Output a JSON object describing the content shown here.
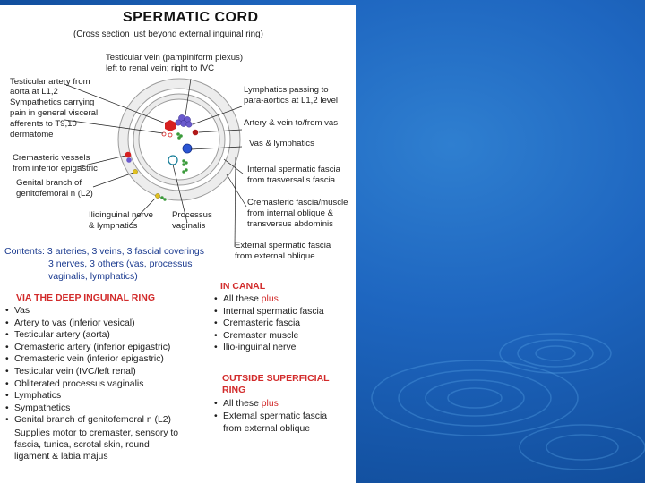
{
  "slide": {
    "title": "SPERMATIC CORD",
    "subtitle": "(Cross section just beyond external inguinal ring)"
  },
  "diagram": {
    "labels_left": [
      "Testicular artery from",
      "aorta at L1,2",
      "Sympathetics carrying",
      "pain in general visceral",
      "afferents to T9,10",
      "dermatome",
      "Cremasteric vessels",
      "from inferior epigastric",
      "Genital branch of",
      "genitofemoral n (L2)"
    ],
    "labels_top": [
      "Testicular vein (pampiniform plexus)",
      "left to renal vein; right to IVC"
    ],
    "labels_right": [
      "Lymphatics passing to",
      "para-aortics at L1,2 level",
      "Artery & vein to/from vas",
      "Vas & lymphatics",
      "Internal spermatic fascia",
      "from trasversalis fascia",
      "Cremasteric fascia/muscle",
      "from internal oblique &",
      "transversus abdominis",
      "External spermatic fascia",
      "from external oblique"
    ],
    "labels_bottom": [
      "Ilioinguinal nerve",
      "& lymphatics",
      "Processus",
      "vaginalis"
    ]
  },
  "contents": {
    "line1": "Contents: 3 arteries, 3 veins, 3 fascial coverings",
    "line2": "3 nerves, 3 others (vas, processus",
    "line3": "vaginalis, lymphatics)"
  },
  "deep_ring": {
    "heading": "VIA THE DEEP INGUINAL RING",
    "items": [
      "Vas",
      "Artery to vas (inferior vesical)",
      "Testicular artery (aorta)",
      "Cremasteric artery (inferior epigastric)",
      "Cremasteric vein (inferior epigastric)",
      "Testicular vein (IVC/left renal)",
      "Obliterated processus vaginalis",
      "Lymphatics",
      "Sympathetics",
      "Genital branch of genitofemoral n (L2)"
    ],
    "description": [
      "Supplies motor to cremaster, sensory to",
      "fascia, tunica, scrotal skin, round",
      "ligament & labia majus"
    ]
  },
  "in_canal": {
    "heading": "IN CANAL",
    "first_item": "All these",
    "plus_word": "plus",
    "items": [
      "Internal spermatic fascia",
      "Cremasteric fascia",
      "Cremaster muscle",
      "Ilio-inguinal nerve"
    ]
  },
  "outside_ring": {
    "heading_line1": "OUTSIDE SUPERFICIAL",
    "heading_line2": "RING",
    "first_item": "All these",
    "plus_word": "plus",
    "items": [
      "External spermatic fascia"
    ],
    "item_cont": "from external oblique"
  },
  "colors": {
    "background": "#1e66c0",
    "heading_red": "#d22b2b",
    "contents_blue": "#1a3a8f",
    "artery_red": "#d62020",
    "vein_purple": "#6a5acd",
    "nerve_green": "#3a9a3a",
    "vas_blue": "#2b55d4",
    "processus_yellow": "#e0c020"
  }
}
